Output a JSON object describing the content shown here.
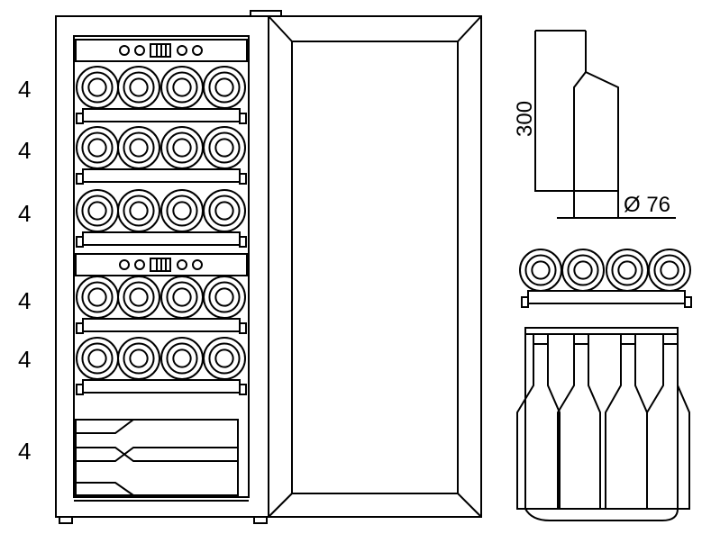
{
  "shelf_counts": [
    "4",
    "4",
    "4",
    "4",
    "4",
    "4"
  ],
  "bottle_height": "300",
  "bottle_diameter": "Ø 76",
  "colors": {
    "line": "#000000",
    "background": "#ffffff"
  }
}
